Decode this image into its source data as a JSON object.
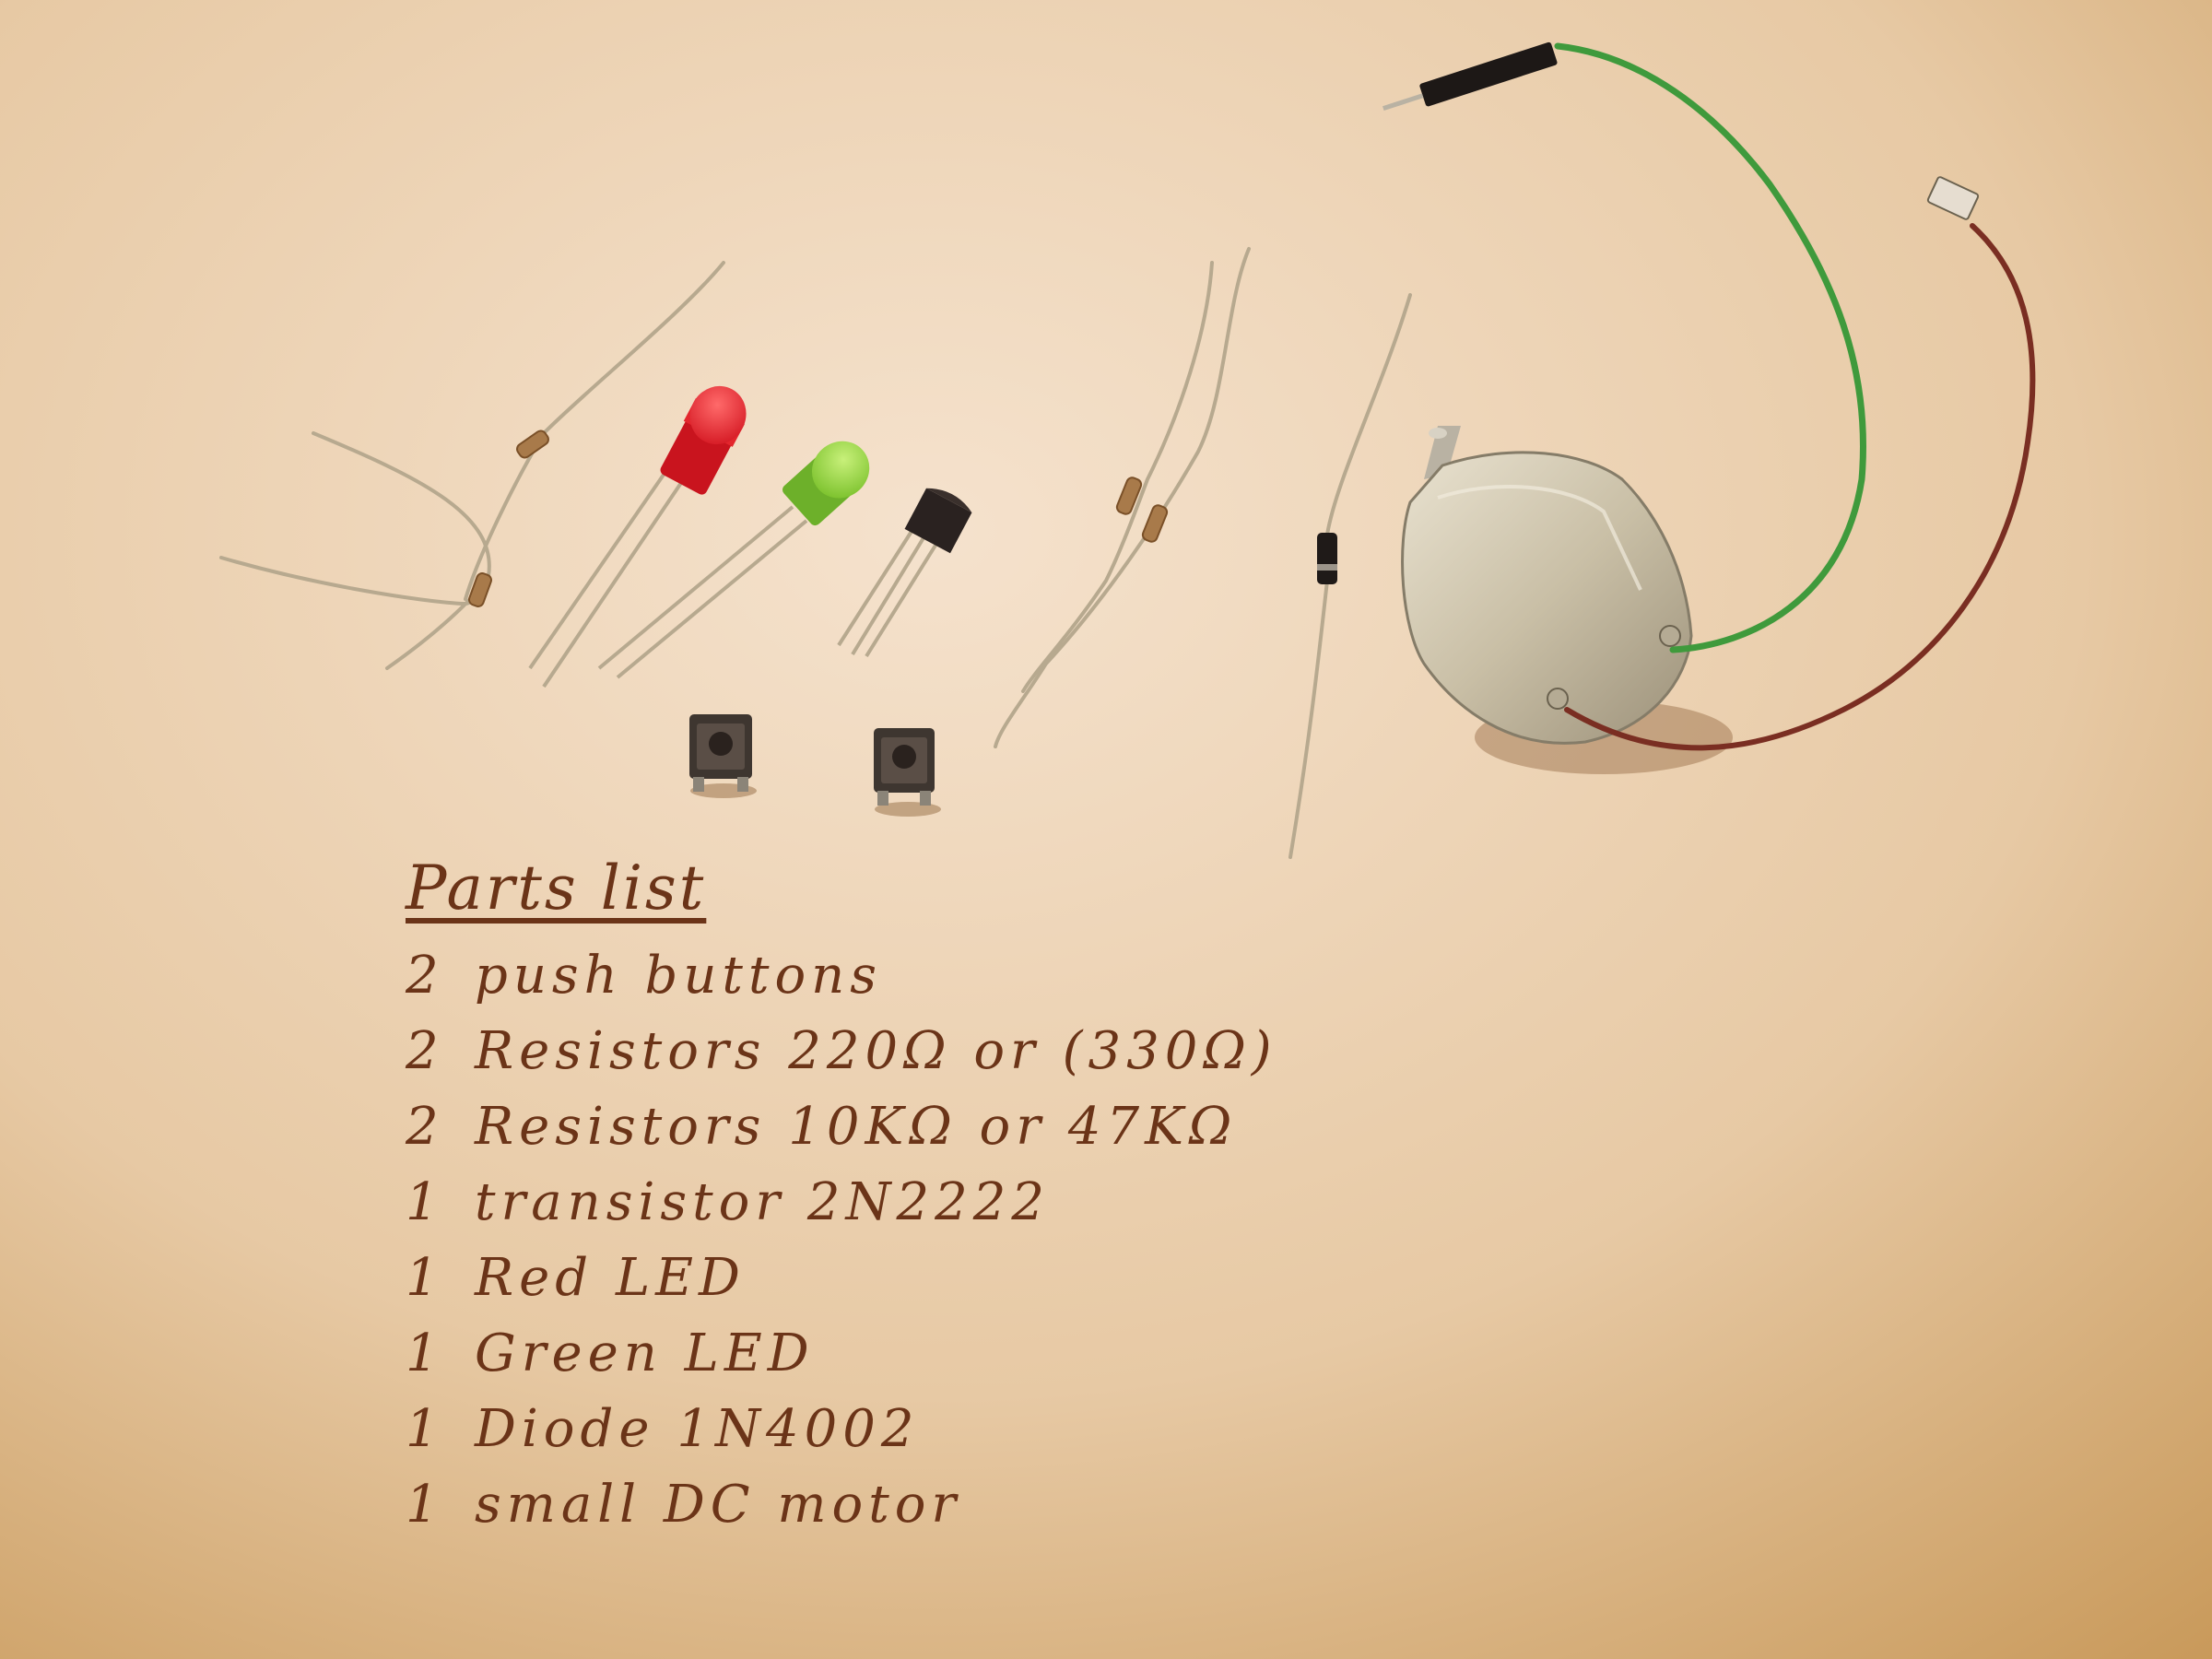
{
  "colors": {
    "paper_light": "#f2dcc4",
    "paper_dark": "#c99a5c",
    "ink": "#6b3418",
    "red_led": "#e3262d",
    "green_led": "#8fd33a",
    "green_wire": "#3f9a3c",
    "brown_wire": "#7a2e22",
    "motor_metal": "#cfc5ae"
  },
  "components": {
    "resistor_single": "resistor",
    "red_led": "red-led",
    "green_led": "green-led",
    "transistor": "transistor-to92",
    "push_buttons": "tactile-push-button",
    "resistor_pair": "resistor",
    "diode": "diode",
    "dc_motor": "dc-motor"
  },
  "parts_list": {
    "title": "Parts list",
    "items": [
      {
        "qty": "2",
        "text": "push buttons"
      },
      {
        "qty": "2",
        "text": "Resistors 220Ω or (330Ω)"
      },
      {
        "qty": "2",
        "text": "Resistors 10KΩ or 47KΩ"
      },
      {
        "qty": "1",
        "text": "transistor 2N2222"
      },
      {
        "qty": "1",
        "text": "Red LED"
      },
      {
        "qty": "1",
        "text": "Green LED"
      },
      {
        "qty": "1",
        "text": "Diode 1N4002"
      },
      {
        "qty": "1",
        "text": "small DC motor"
      }
    ]
  }
}
